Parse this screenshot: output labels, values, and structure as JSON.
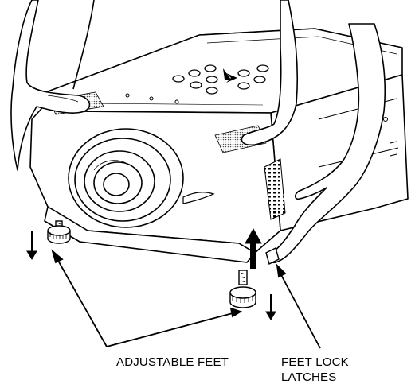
{
  "labels": {
    "adjustable_feet": "ADJUSTABLE FEET",
    "feet_lock_line1": "FEET LOCK",
    "feet_lock_line2": "LATCHES"
  },
  "colors": {
    "line": "#000000",
    "background": "#ffffff",
    "shade": "#c9c9c9"
  }
}
